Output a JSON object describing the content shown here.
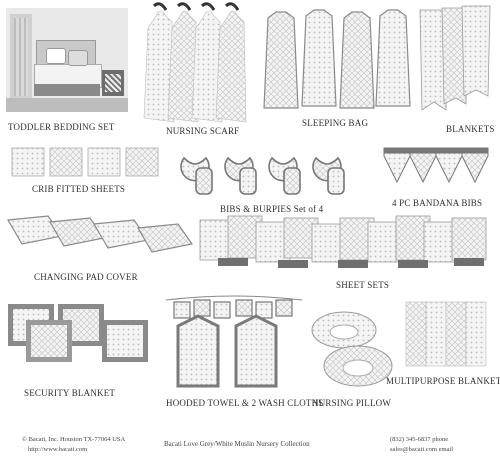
{
  "labels": {
    "toddler_bedding_set": "TODDLER BEDDING SET",
    "nursing_scarf": "NURSING SCARF",
    "sleeping_bag": "SLEEPING BAG",
    "blankets": "BLANKETS",
    "crib_fitted_sheets": "CRIB FITTED SHEETS",
    "bibs_burpies": "BIBS & BURPIES Set of 4",
    "bandana_bibs": "4 PC BANDANA BIBS",
    "changing_pad_cover": "CHANGING PAD COVER",
    "sheet_sets": "SHEET SETS",
    "security_blanket": "SECURITY BLANKET",
    "hooded_towel": "HOODED TOWEL & 2 WASH CLOTHS",
    "nursing_pillow": "NURSING PILLOW",
    "multipurpose_blankets": "MULTIPURPOSE BLANKETS"
  },
  "footer": {
    "copyright": "© Bacati, Inc. Houston TX-77064 USA",
    "website": "http://www.bacati.com",
    "collection": "Bacati Love Grey/White Muslin Nursery Collection",
    "phone": "(832) 345-6837 phone",
    "email": "sales@bacati.com email"
  },
  "colors": {
    "trim_grey": "#7a7a7a",
    "fabric_light": "#f1f1f1",
    "pattern_grey": "#c8c8c8"
  }
}
